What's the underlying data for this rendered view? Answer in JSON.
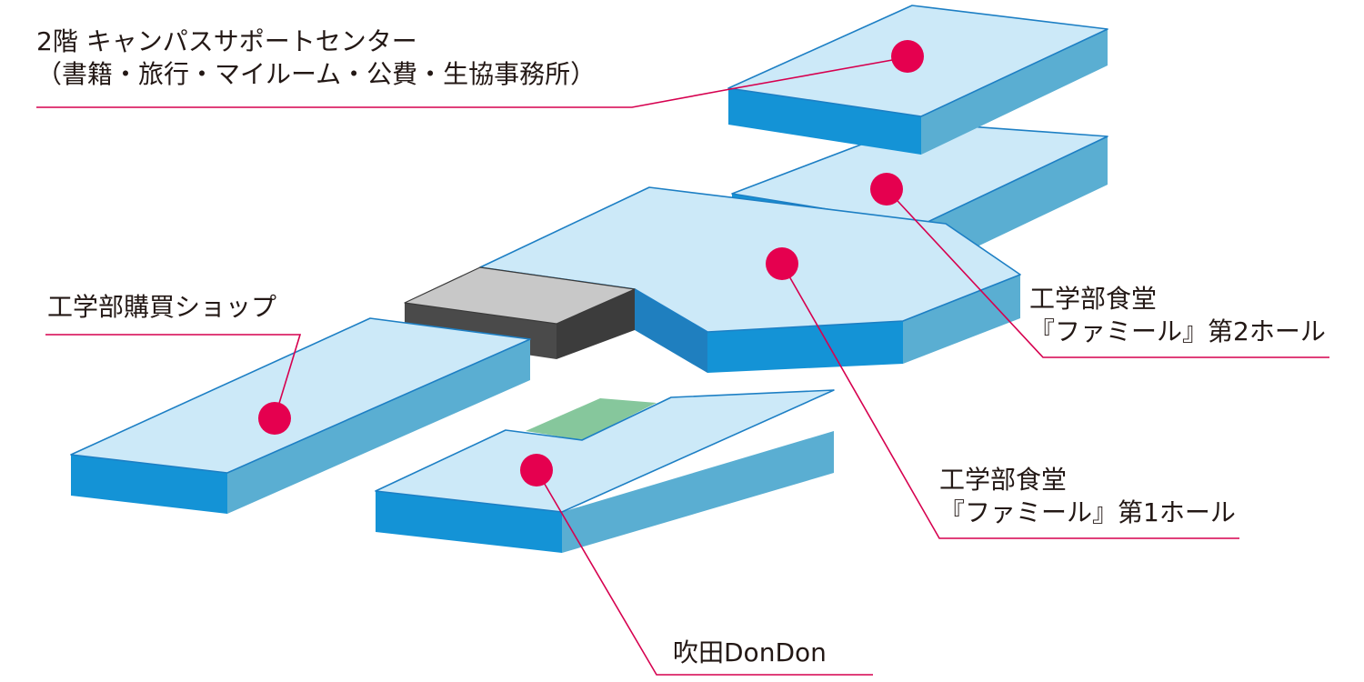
{
  "colors": {
    "top_face": "#cce9f8",
    "top_edge": "#1d7fc4",
    "side_front": "#1493d6",
    "side_right": "#5aaed2",
    "marker": "#e5004f",
    "leader": "#d6004f",
    "gray_top": "#c8c8c8",
    "gray_side": "#4a4a4a",
    "green_top": "#86c79c",
    "text": "#231815"
  },
  "labels": {
    "support_center_line1": "2階  キャンパスサポートセンター",
    "support_center_line2": "（書籍・旅行・マイルーム・公費・生協事務所）",
    "shop": "工学部購買ショップ",
    "hall2_line1": "工学部食堂",
    "hall2_line2": "『ファミール』第2ホール",
    "hall1_line1": "工学部食堂",
    "hall1_line2": "『ファミール』第1ホール",
    "dondon": "吹田DonDon"
  }
}
